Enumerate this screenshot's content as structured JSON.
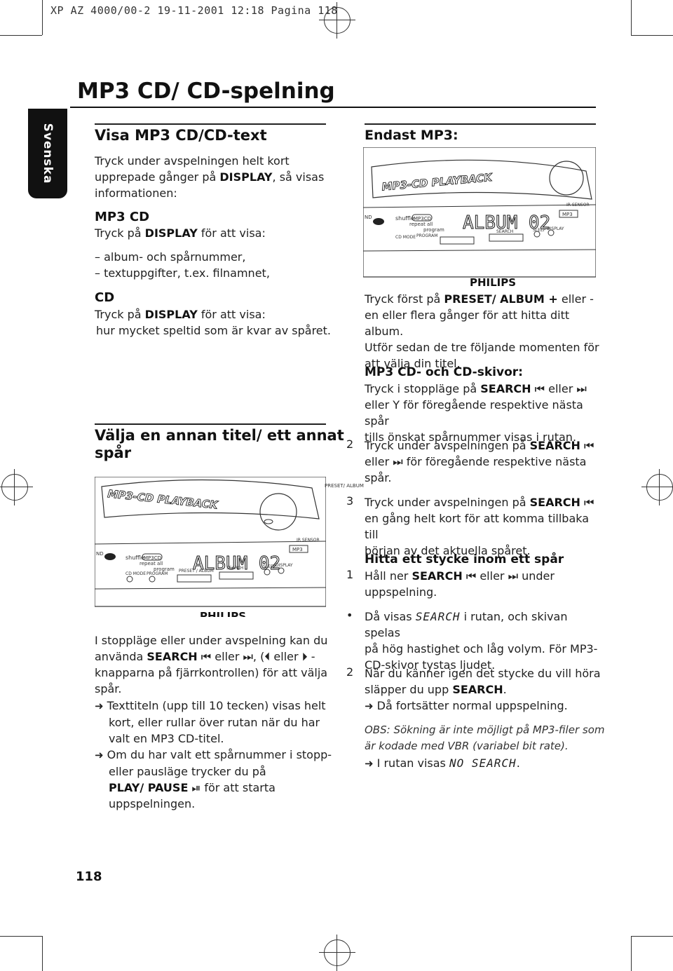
{
  "print_header": "XP AZ 4000/00-2   19-11-2001 12:18   Pagina 118",
  "page_title": "MP3 CD/ CD-spelning",
  "side_tab": "Svenska",
  "page_number": "118",
  "left": {
    "section1": {
      "heading": "Visa MP3 CD/CD-text",
      "intro_lines": [
        "Tryck under avspelningen helt kort",
        "upprepade gånger på ",
        "DISPLAY",
        ", så visas",
        "informationen:"
      ],
      "mp3_heading": "MP3 CD",
      "mp3_press_pre": "Tryck på ",
      "mp3_press_bold": "DISPLAY",
      "mp3_press_post": " för att visa:",
      "mp3_items": [
        "– album- och spårnummer,",
        "– textuppgifter, t.ex. filnamnet,"
      ],
      "cd_heading": "CD",
      "cd_press_pre": "Tryck på ",
      "cd_press_bold": "DISPLAY",
      "cd_press_post": " för att visa:",
      "cd_item": "hur mycket speltid som är kvar av spåret."
    },
    "section2": {
      "heading_line1": "Välja en annan titel/ ett annat",
      "heading_line2": "spår",
      "para": [
        "I stoppläge eller under avspelning kan du",
        "använda ",
        "SEARCH",
        " ⏮ eller ⏭, (⏴ eller ⏵ -",
        "knapparna på fjärrkontrollen) för att välja",
        "spår."
      ],
      "result1_lines": [
        "Texttiteln (upp till 10 tecken) visas helt",
        "kort, eller rullar över rutan när du har",
        "valt en MP3 CD-titel."
      ],
      "result2_lines": [
        "Om du har valt ett spårnummer i stopp-",
        "eller pausläge trycker du på"
      ],
      "result2_bold": "PLAY/ PAUSE",
      "result2_tail": " ⏯ för att starta",
      "result2_last": "uppspelningen."
    }
  },
  "right": {
    "only_mp3_heading": "Endast MP3:",
    "preset_lines": [
      "Tryck först på ",
      "PRESET/ ALBUM +",
      " eller -",
      "en eller flera gånger för att hitta ditt album.",
      "Utför sedan de tre följande momenten för",
      "att välja din titel."
    ],
    "discs_heading": "MP3 CD- och CD-skivor:",
    "discs_lines": [
      "Tryck i stoppläge på ",
      "SEARCH",
      " ⏮ eller ⏭",
      "eller Y för föregående respektive nästa spår",
      "tills önskat spårnummer visas i rutan."
    ],
    "step2": {
      "num": "2",
      "pre": "Tryck under avspelningen på ",
      "bold": "SEARCH",
      "post": " ⏮",
      "l2": "eller ⏭ för föregående respektive nästa",
      "l3": "spår."
    },
    "step3": {
      "num": "3",
      "pre": "Tryck under avspelningen på ",
      "bold": "SEARCH",
      "post": " ⏮",
      "l2": "en gång helt kort för att komma tillbaka till",
      "l3": "början av det aktuella spåret."
    },
    "find_heading": "Hitta ett stycke inom ett spår",
    "find_step1": {
      "num": "1",
      "pre": "Håll ner ",
      "bold": "SEARCH",
      "post": " ⏮ eller ⏭  under",
      "l2": "uppspelning."
    },
    "bullet": {
      "sym": "•",
      "pre": "Då visas ",
      "lcd": "SEARCH",
      "post": " i rutan, och skivan spelas",
      "l2": "på hög hastighet och låg volym. För MP3-",
      "l3": "CD-skivor tystas ljudet."
    },
    "find_step2": {
      "num": "2",
      "l1": "När du känner igen det stycke du vill höra",
      "pre2": "släpper du upp ",
      "bold2": "SEARCH",
      "post2": ".",
      "result": "Då fortsätter normal uppspelning."
    },
    "obs_lines": [
      "OBS: Sökning är inte möjligt på MP3-filer som",
      "är kodade med VBR (variabel bit rate)."
    ],
    "obs_result_pre": "I rutan visas ",
    "obs_result_lcd": "NO SEARCH",
    "obs_result_post": "."
  },
  "devices": {
    "top": {
      "banner": "MP3-CD PLAYBACK",
      "brand": "PHILIPS",
      "lcd": "ALBUM 02",
      "labels": [
        "shuffle",
        "MP3CD",
        "repeat all",
        "program",
        "CD MODE",
        "PROGRAM",
        "SEARCH",
        "SLEEP",
        "DISPLAY",
        "IR SENSOR",
        "MP3",
        "ND"
      ]
    },
    "bottom": {
      "banner": "MP3-CD PLAYBACK",
      "brand": "PHILIPS",
      "lcd": "ALBUM 02",
      "labels": [
        "shuffle",
        "MP3CD",
        "repeat all",
        "program",
        "CD MODE",
        "PROGRAM",
        "PRESET / ALBUM",
        "SEARCH",
        "SLEEP",
        "DISPLAY",
        "IR SENSOR",
        "MP3",
        "ND"
      ],
      "callout": "PRESET/ ALBUM"
    }
  },
  "arrow_symbol": "➜"
}
